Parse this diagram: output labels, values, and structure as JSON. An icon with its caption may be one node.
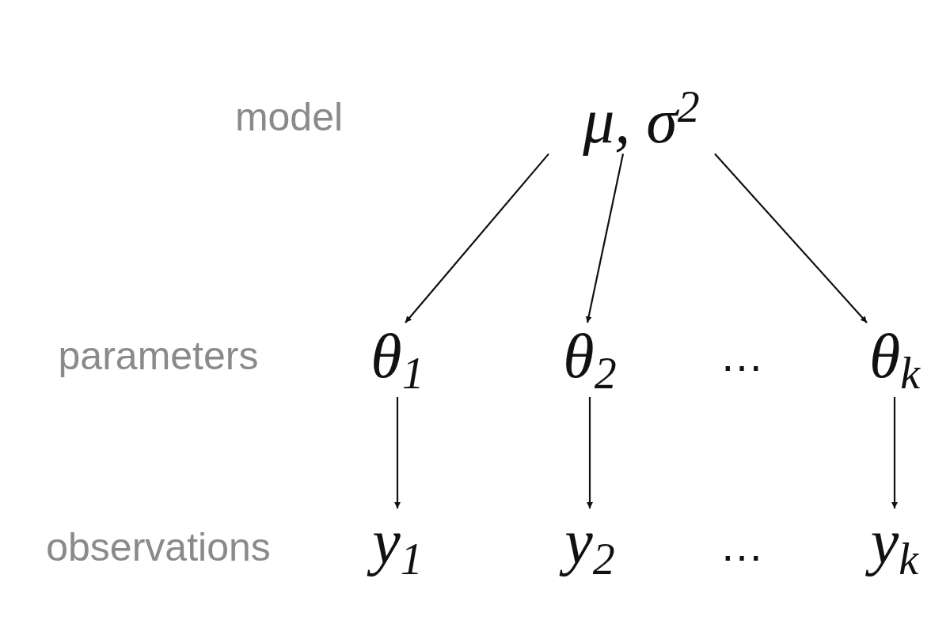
{
  "diagram": {
    "nodes": [
      {
        "text": [
          "μ, σ$^{2}$"
        ]
      },
      {
        "text": [
          "θ$_{1}$"
        ]
      },
      {
        "text": [
          "θ$_{2}$"
        ]
      },
      {
        "text": [
          "θ$_{k}$"
        ]
      },
      {
        "text": [
          "y$_{1}$"
        ]
      },
      {
        "text": [
          "y$_{2}$"
        ]
      },
      {
        "text": [
          "y$_{k}$"
        ]
      }
    ],
    "edges": [
      {
        "from": 0,
        "to": 1,
        "arrow": "to"
      },
      {
        "from": 0,
        "to": 2,
        "arrow": "to"
      },
      {
        "from": 0,
        "to": 3,
        "arrow": "to"
      },
      {
        "from": 1,
        "to": 4,
        "arrow": "to"
      },
      {
        "from": 2,
        "to": 5,
        "arrow": "to"
      },
      {
        "from": 3,
        "to": 6,
        "arrow": "to"
      }
    ],
    "labels": [
      "model",
      "parameters",
      "…",
      "observations",
      "…"
    ]
  }
}
